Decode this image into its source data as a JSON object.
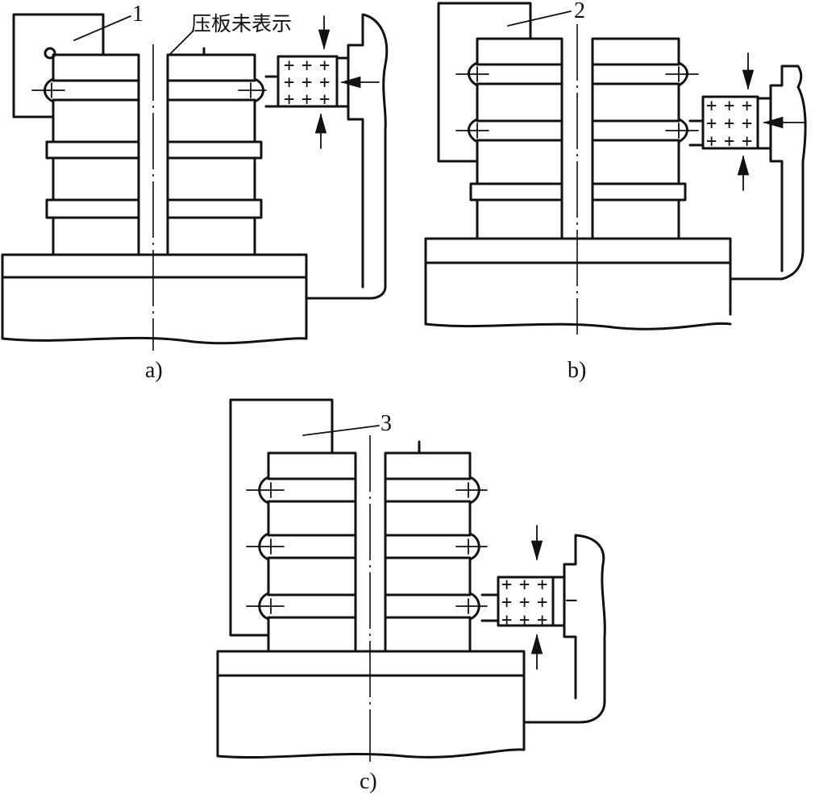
{
  "annotations": {
    "a_marker": "1",
    "a_note": "压板未表示",
    "b_marker": "2",
    "c_marker": "3"
  },
  "captions": {
    "a": "a)",
    "b": "b)",
    "c": "c)"
  },
  "symbols": {
    "charge_plus": "+",
    "charge_minus": "−"
  }
}
